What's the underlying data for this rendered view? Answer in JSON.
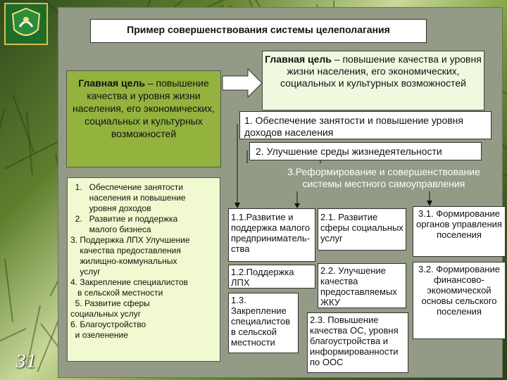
{
  "title": "Пример совершенствования системы целеполагания",
  "page_number": "31",
  "left_goal": "Главная цель – повышение качества и уровня жизни населения, его экономических, социальных и культурных возможностей",
  "left_goal_bold": "Главная цель",
  "left_goal_rest": " – повышение качества и уровня жизни населения, его экономических, социальных и культурных возможностей",
  "left_list": [
    "  1.   Обеспечение занятости\n        населения и повышение\n        уровня доходов",
    "  2.   Развитие и поддержка\n        малого бизнеса",
    "3. Поддержка ЛПХ Улучшение\n    качества предоставления\n    жилищно-коммунальных\n    услуг",
    "4. Закрепление специалистов\n   в сельской местности",
    "  5. Развитие сферы\nсоциальных услуг",
    "6. Благоустройство\n  и озеленение"
  ],
  "main_goal_bold": "Главная цель",
  "main_goal_rest": " – повышение качества и уровня жизни населения, его экономических, социальных и культурных возможностей",
  "goal1": "1. Обеспечение занятости и повышение уровня доходов населения",
  "goal2": "2. Улучшение среды жизнедеятельности",
  "goal3": "3.Реформирование и совершенствование системы местного самоуправления",
  "sub": {
    "c11": "1.1.Развитие и поддержка малого предприниматель-ства",
    "c12": "1.2.Поддержка ЛПХ",
    "c13": "1.3. Закрепление специалистов в сельской местности",
    "c21": "2.1. Развитие сферы социальных услуг",
    "c22": "2.2. Улучшение качества предоставляемых ЖКУ",
    "c23": "2.3. Повышение качества ОС, уровня благоустройства и информированности по ООС",
    "c31": "3.1. Формирование органов управления поселения",
    "c32": "3.2. Формирование финансово-экономической основы сельского поселения"
  },
  "colors": {
    "panel": "#939a86",
    "green_box": "#93b33e",
    "mint_box": "#eef9e0",
    "lime_box": "#f0f9d0",
    "goal3_text": "#ffffff"
  }
}
